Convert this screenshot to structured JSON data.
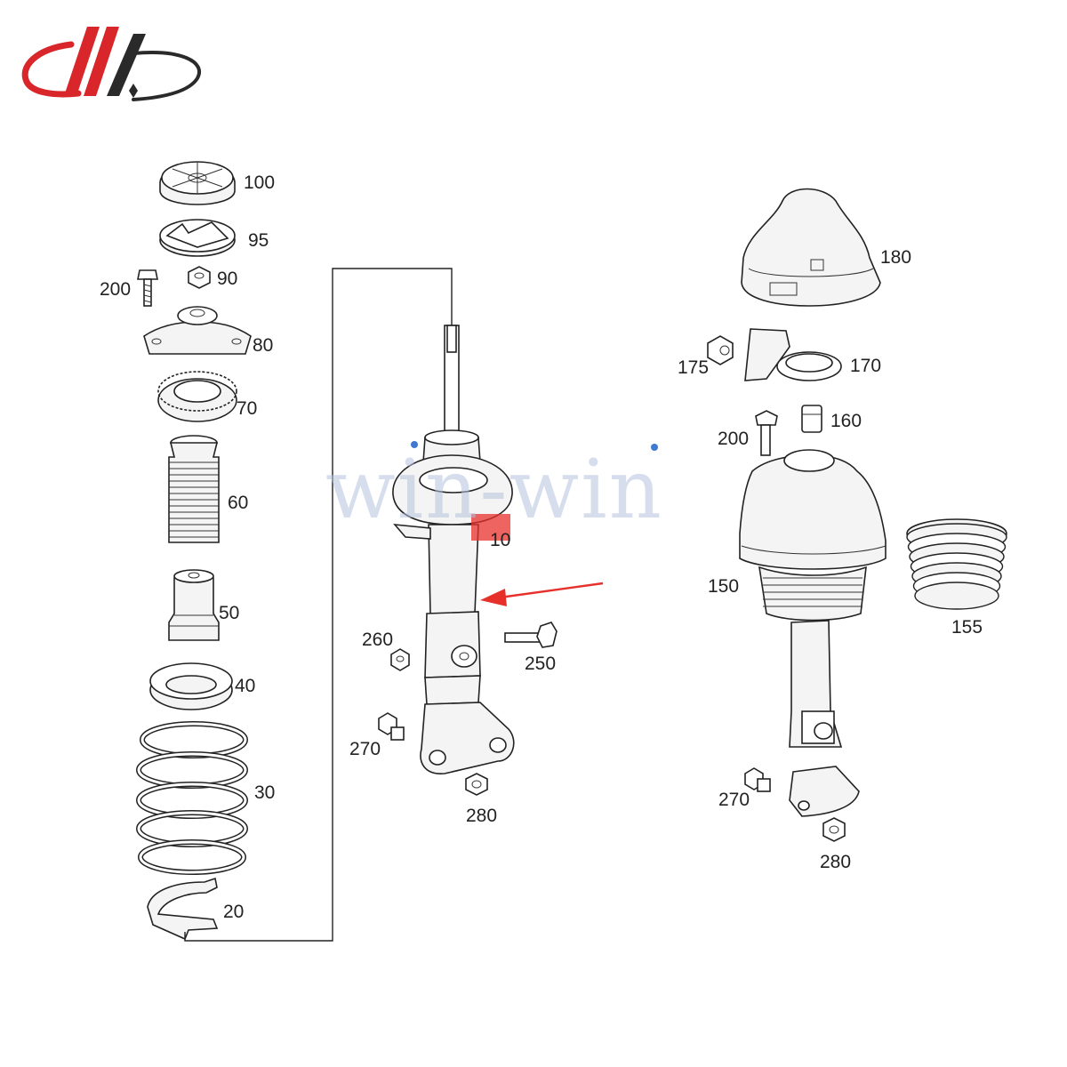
{
  "logo": {
    "text": "",
    "colors": {
      "red": "#d8262b",
      "dark": "#2a2a2a"
    }
  },
  "watermark": {
    "text": "win-win",
    "color": "#b6c3de"
  },
  "highlight": {
    "label": "10",
    "color": "#e8302b"
  },
  "left_labels": {
    "p100": "100",
    "p95": "95",
    "p200": "200",
    "p90": "90",
    "p80": "80",
    "p70": "70",
    "p60": "60",
    "p50": "50",
    "p40": "40",
    "p30": "30",
    "p20": "20"
  },
  "strut_labels": {
    "p260": "260",
    "p250": "250",
    "p270": "270",
    "p280": "280"
  },
  "right_labels": {
    "p180": "180",
    "p175": "175",
    "p170": "170",
    "p200": "200",
    "p160": "160",
    "p150": "150",
    "p155": "155",
    "p270": "270",
    "p280": "280"
  }
}
